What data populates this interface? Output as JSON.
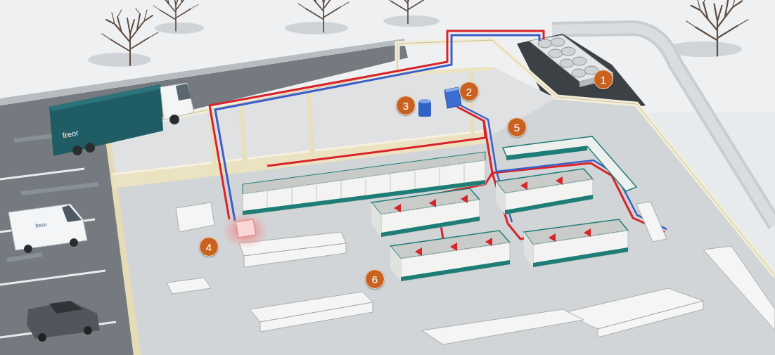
{
  "diagram": {
    "nodes": [
      {
        "text": [
          "1"
        ]
      },
      {
        "text": [
          "2"
        ]
      },
      {
        "text": [
          "3"
        ]
      },
      {
        "text": [
          "5"
        ]
      },
      {
        "text": [
          "4"
        ]
      },
      {
        "text": [
          "6"
        ]
      }
    ],
    "labels": [
      "freor",
      "freor"
    ]
  }
}
